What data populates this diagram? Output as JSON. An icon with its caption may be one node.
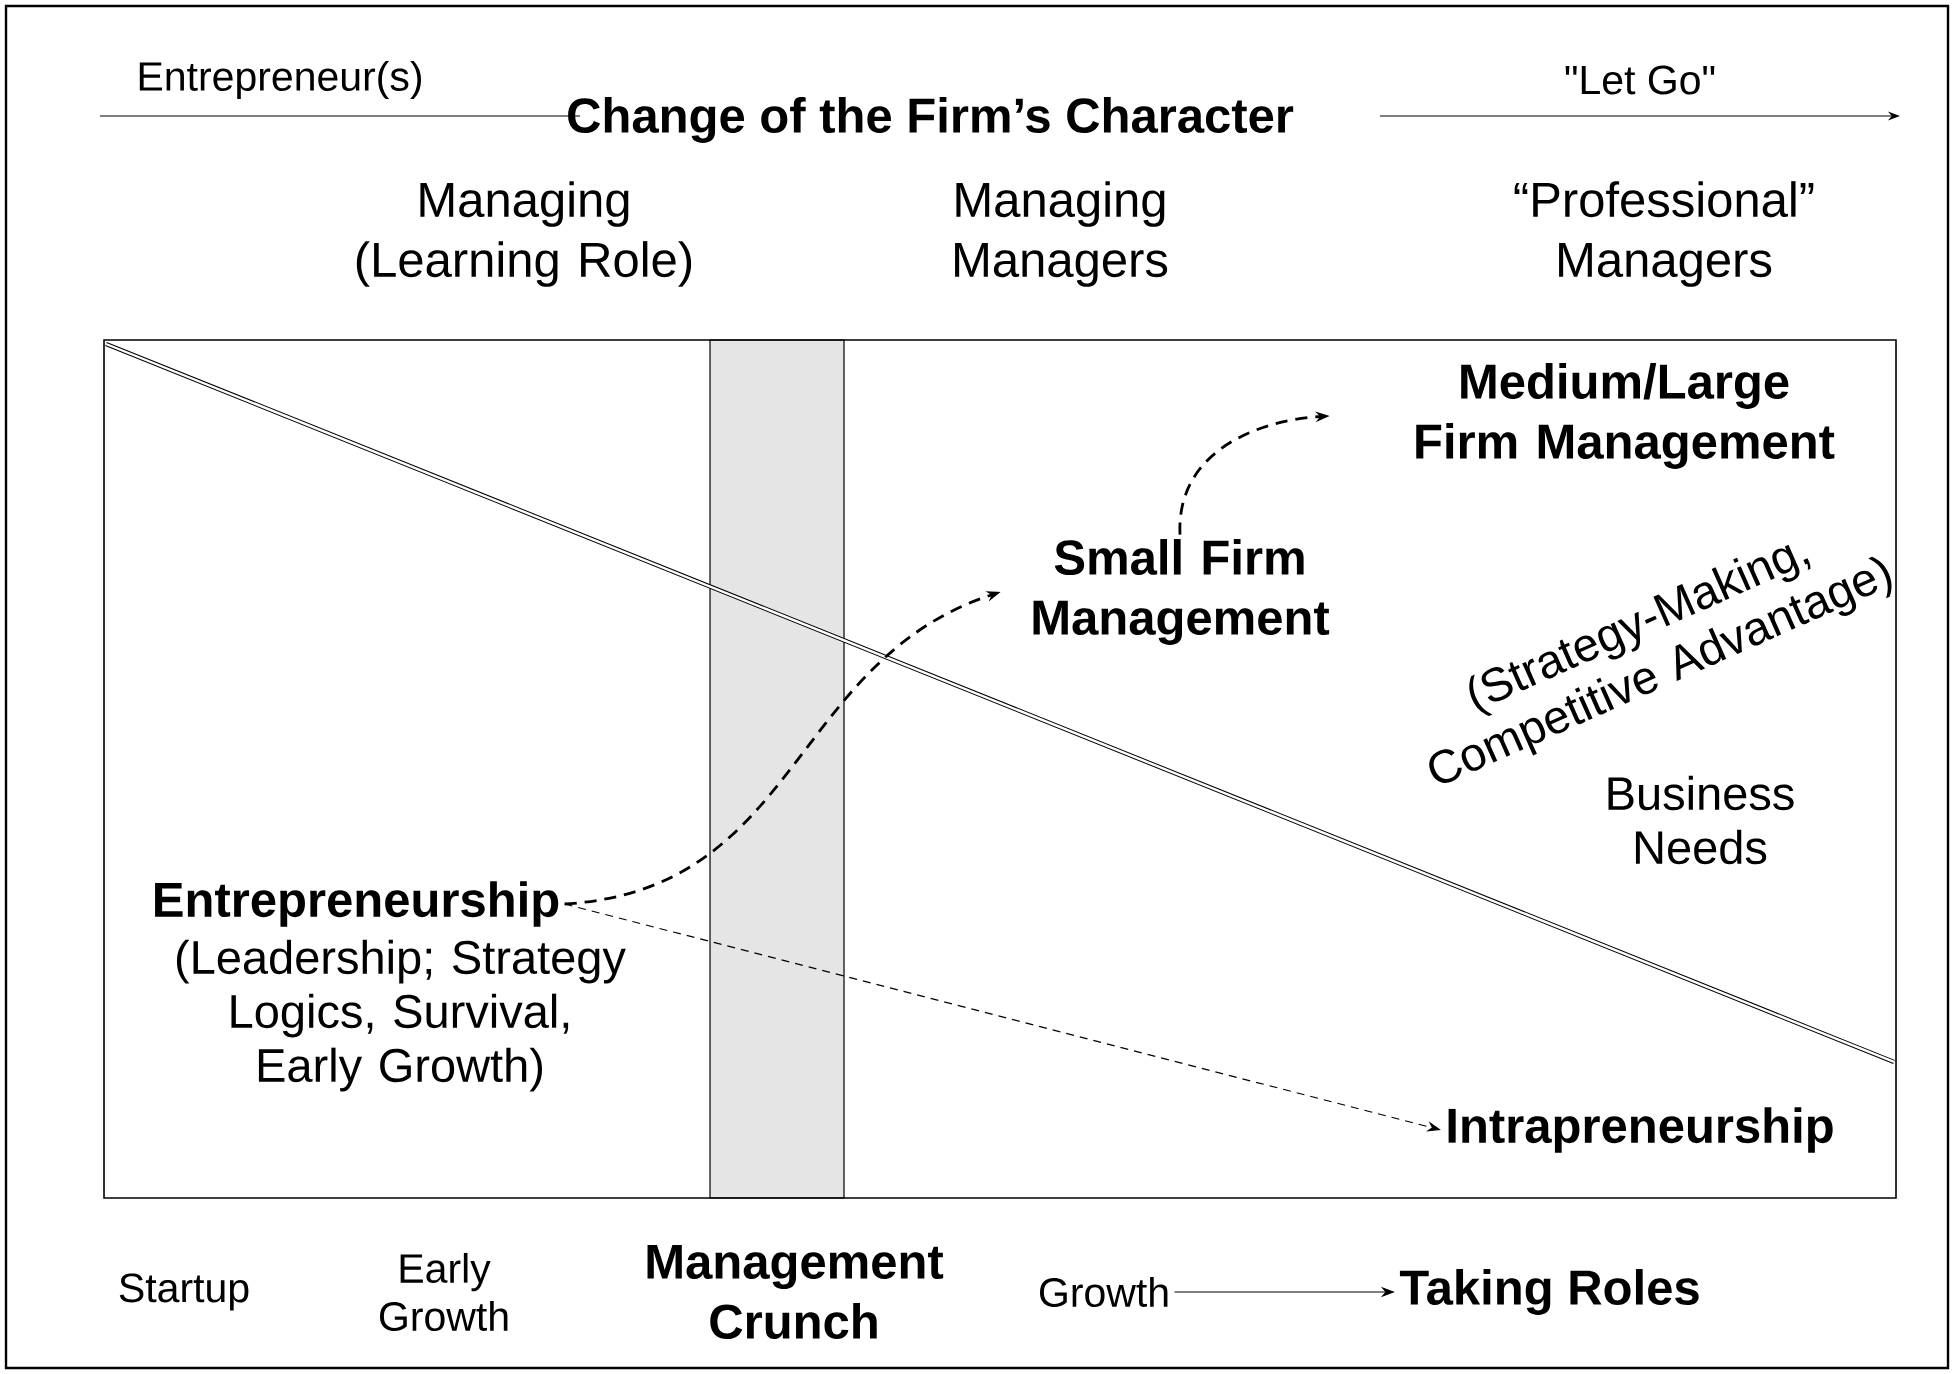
{
  "diagram": {
    "nodes": [
      {
        "text": [
          "Entrepreneurship",
          "(Leadership; Strategy Logics, Survival, Early Growth)"
        ]
      },
      {
        "text": [
          "Small Firm Management"
        ]
      },
      {
        "text": [
          "Medium/Large Firm Management"
        ]
      },
      {
        "text": [
          "Intrapreneurship"
        ]
      },
      {
        "text": [
          "Growth"
        ]
      },
      {
        "text": [
          "Taking Roles"
        ]
      }
    ],
    "edges": [
      {
        "from": 0,
        "to": 1,
        "arrow": "to",
        "style": "dashed"
      },
      {
        "from": 1,
        "to": 2,
        "arrow": "to",
        "style": "dashed"
      },
      {
        "from": 0,
        "to": 3,
        "arrow": "to",
        "style": "dashed"
      },
      {
        "from": 4,
        "to": 5,
        "arrow": "to"
      }
    ],
    "labels": [
      "Entrepreneur(s)",
      "Change of the Firm’s Character",
      "\"Let Go\"",
      "Managing (Learning Role)",
      "Managing Managers",
      "“Professional” Managers",
      "(Strategy-Making, Competitive Advantage)",
      "Business Needs",
      "Startup",
      "Early Growth",
      "Management Crunch"
    ]
  }
}
